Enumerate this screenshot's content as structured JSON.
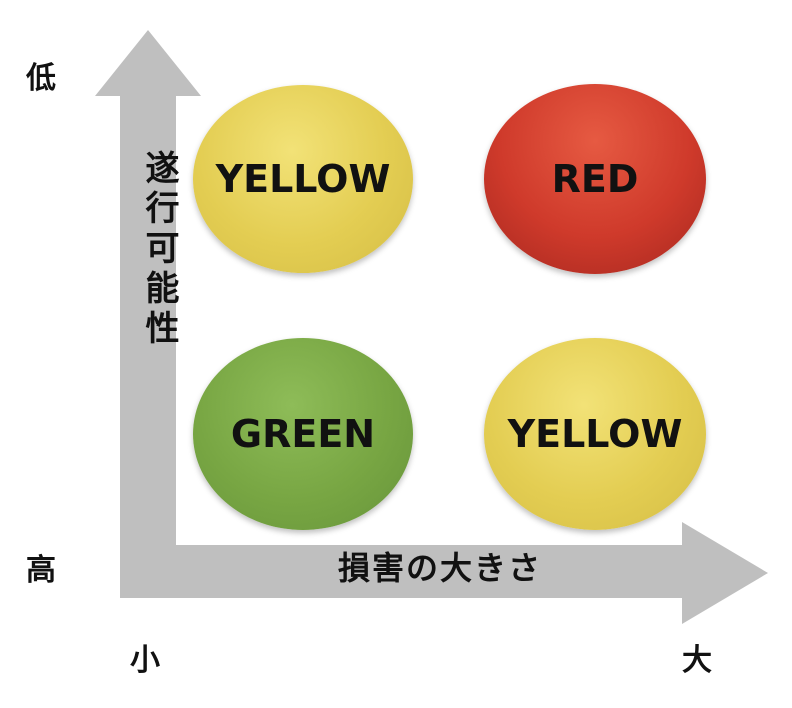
{
  "corner_labels": {
    "top_left": "低",
    "bottom_left": "高",
    "bottom_x_left": "小",
    "bottom_x_right": "大"
  },
  "axes": {
    "y_title": "遂行可能性",
    "x_title": "損害の大きさ"
  },
  "quadrants": {
    "top_left": {
      "label": "YELLOW",
      "color": "#e3cd52"
    },
    "top_right": {
      "label": "RED",
      "color": "#cf3a2b"
    },
    "bottom_left": {
      "label": "GREEN",
      "color": "#78a643"
    },
    "bottom_right": {
      "label": "YELLOW",
      "color": "#e3cd52"
    }
  },
  "arrow_color": "#bfbfbf"
}
